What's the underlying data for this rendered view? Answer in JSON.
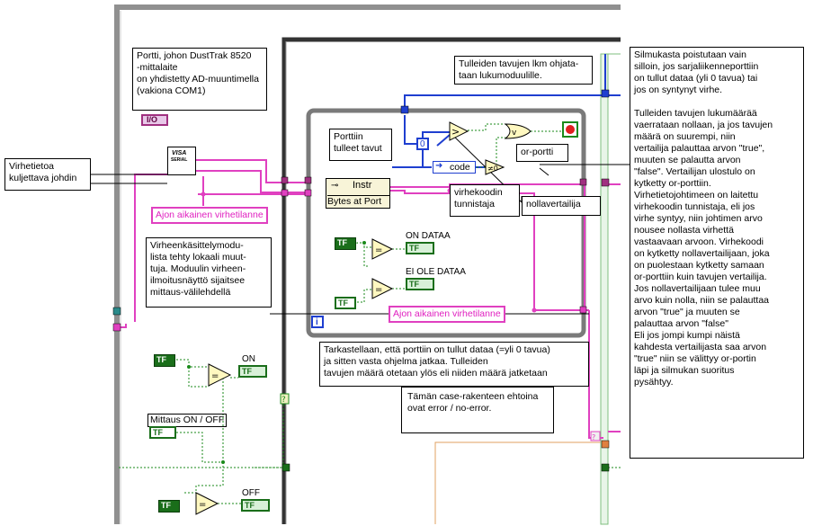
{
  "notes": {
    "port_note": "Portti, johon DustTrak 8520\n-mittalaite\non yhdistetty AD-muuntimella\n(vakiona COM1)",
    "error_wire_note": "Virhetietoa\nkuljettava johdin",
    "error_handling_note": "Virheenkäsittelymodu-\nlista tehty lokaali muut-\ntuja. Moduulin virheen-\nilmoitusnäyttö sijaitsee\nmittaus-välilehdellä",
    "bytes_count_note": "Tulleiden tavujen lkm ohjata-\ntaan lukumoduulille.",
    "port_bytes_note": "Porttiin\ntulleet tavut",
    "error_code_note": "virhekoodin\ntunnistaja",
    "zero_comp_note": "nollavertailija",
    "or_gate_note": "or-portti",
    "check_data_note": "Tarkastellaan, että porttiin on tullut dataa (=yli 0 tavua)\nja sitten vasta ohjelma jatkaa. Tulleiden\ntavujen määrä otetaan ylös eli niiden määrä jatketaan",
    "case_note": "Tämän case-rakenteen ehtoina\novat error / no-error.",
    "loop_note": "Silmukasta poistutaan vain\nsilloin, jos sarjaliikenneporttiin\non tullut dataa (yli 0 tavua) tai\njos on syntynyt virhe.\n\nTulleiden tavujen lukumäärää\nvaerrataan nollaan, ja jos tavujen\n määrä on suurempi, niin\nvertailija palauttaa arvon \"true\",\nmuuten se palautta arvon\n\"false\". Vertailijan ulostulo on\nkytketty or-porttiin.\nVirhetietojohtimeen on laitettu\nvirhekoodin tunnistaja, eli jos\nvirhe syntyy, niin johtimen arvo\nnousee nollasta virhettä\nvastaavaan arvoon. Virhekoodi\non kytketty nollavertailijaan, joka\non puolestaan kytketty samaan\nor-porttiin kuin tavujen vertailija.\nJos nollavertailijaan tulee muu\narvo kuin nolla, niin se palauttaa\narvon \"true\" ja muuten se\npalauttaa arvon \"false\"\nEli jos jompi kumpi näistä\nkahdesta vertailijasta saa arvon\n\"true\" niin se välittyy or-portin\nläpi ja silmukan suoritus\npysähtyy."
  },
  "labels": {
    "runtime_error_1": "Ajon aikainen virhetilanne",
    "runtime_error_2": "Ajon aikainen virhetilanne",
    "on_data": "ON DATAA",
    "no_data": "EI OLE DATAA",
    "on": "ON",
    "off": "OFF",
    "measurement_on_off": "Mittaus ON / OFF",
    "code": "code",
    "instr": "Instr",
    "bytes_at_port": "Bytes at Port",
    "visa": "VISA",
    "serial": "SERIAL",
    "io": "I/O",
    "zero": "0",
    "loop_index": "i",
    "tf": "TF",
    "t": "T",
    "f": "F"
  },
  "colors": {
    "error_wire": "#e040c0",
    "num_wire": "#1f3fd0",
    "bool_wire": "#1a8a1a",
    "string_wire": "#e0a060",
    "frame": "#909090"
  }
}
